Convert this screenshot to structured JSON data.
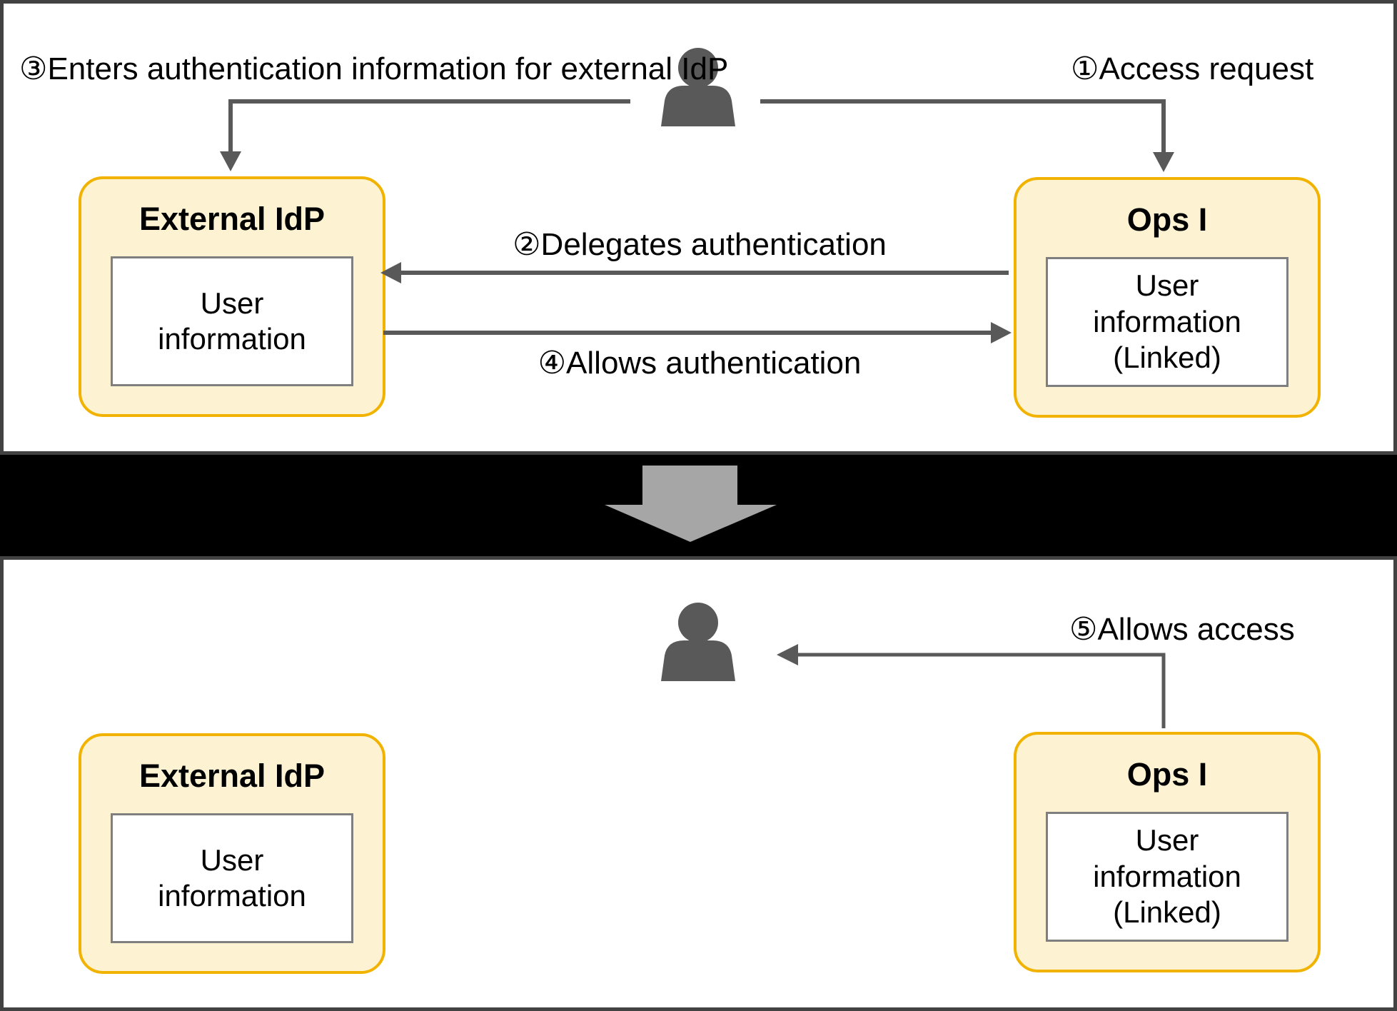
{
  "diagram": {
    "panel_before": {
      "labels": {
        "step3": "③Enters authentication information for external IdP",
        "step1": "①Access request",
        "step2": "②Delegates authentication",
        "step4": "④Allows authentication"
      },
      "left_box": {
        "title": "External IdP",
        "inner": "User\ninformation"
      },
      "right_box": {
        "title": "Ops I",
        "inner": "User\ninformation\n(Linked)"
      }
    },
    "panel_after": {
      "labels": {
        "step5": "⑤Allows access"
      },
      "left_box": {
        "title": "External IdP",
        "inner": "User\ninformation"
      },
      "right_box": {
        "title": "Ops I",
        "inner": "User\ninformation\n(Linked)"
      }
    },
    "icons": {
      "user": "user-silhouette",
      "transition": "big-down-arrow"
    },
    "colors": {
      "node_fill": "#fdf2d2",
      "node_border": "#f1b300",
      "inner_border": "#7f7f7f",
      "connector": "#595959",
      "person": "#595959",
      "transition_arrow": "#a6a6a6",
      "panel_border": "#424242",
      "gap_background": "#000000"
    }
  }
}
